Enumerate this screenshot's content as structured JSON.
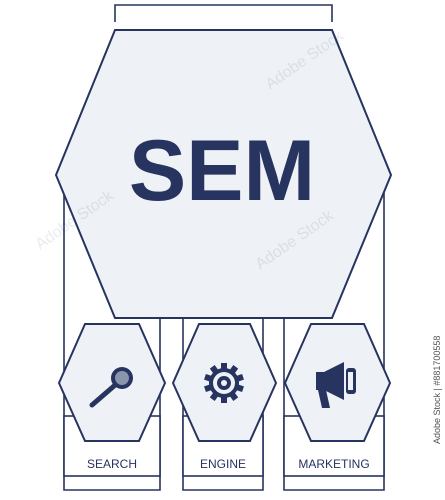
{
  "title": "SEM",
  "items": [
    {
      "label": "SEARCH",
      "icon": "magnifier-icon"
    },
    {
      "label": "ENGINE",
      "icon": "gear-icon"
    },
    {
      "label": "MARKETING",
      "icon": "megaphone-icon"
    }
  ],
  "watermark_text": "Adobe Stock",
  "stock_id": "Adobe Stock | #881700558",
  "colors": {
    "primary": "#26345f",
    "fill": "#eef2f6",
    "background": "#ffffff"
  }
}
